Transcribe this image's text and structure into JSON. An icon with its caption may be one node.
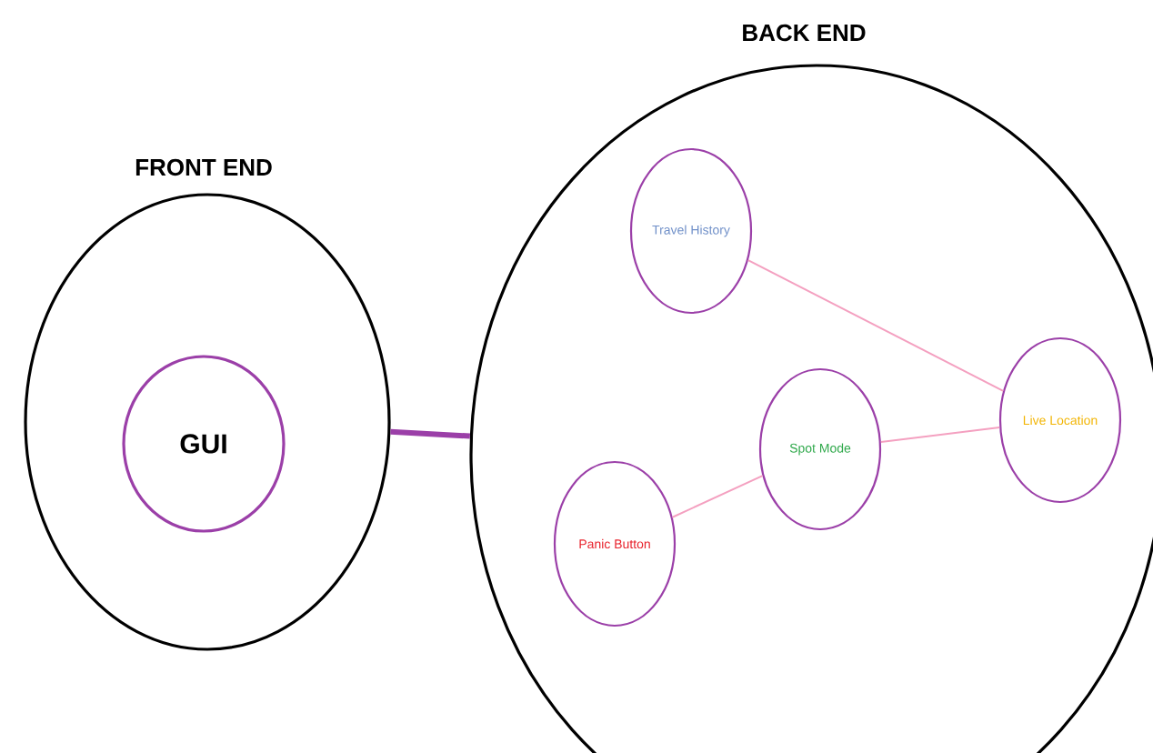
{
  "diagram": {
    "nodes": [
      {
        "text": [
          "FRONT END"
        ]
      },
      {
        "text": [
          "GUI"
        ],
        "in": 0
      },
      {
        "text": [
          "BACK END"
        ]
      },
      {
        "text": [
          "Travel History"
        ],
        "in": 2
      },
      {
        "text": [
          "Live Location"
        ],
        "in": 2
      },
      {
        "text": [
          "Spot Mode"
        ],
        "in": 2
      },
      {
        "text": [
          "Panic Button"
        ],
        "in": 2
      }
    ],
    "edges": [
      {
        "from": 0,
        "to": 2,
        "arrow": "none",
        "style": "thick",
        "color": "#9b3fa8"
      },
      {
        "from": 3,
        "to": 4,
        "arrow": "none"
      },
      {
        "from": 5,
        "to": 4,
        "arrow": "none"
      },
      {
        "from": 6,
        "to": 5,
        "arrow": "none"
      }
    ]
  }
}
